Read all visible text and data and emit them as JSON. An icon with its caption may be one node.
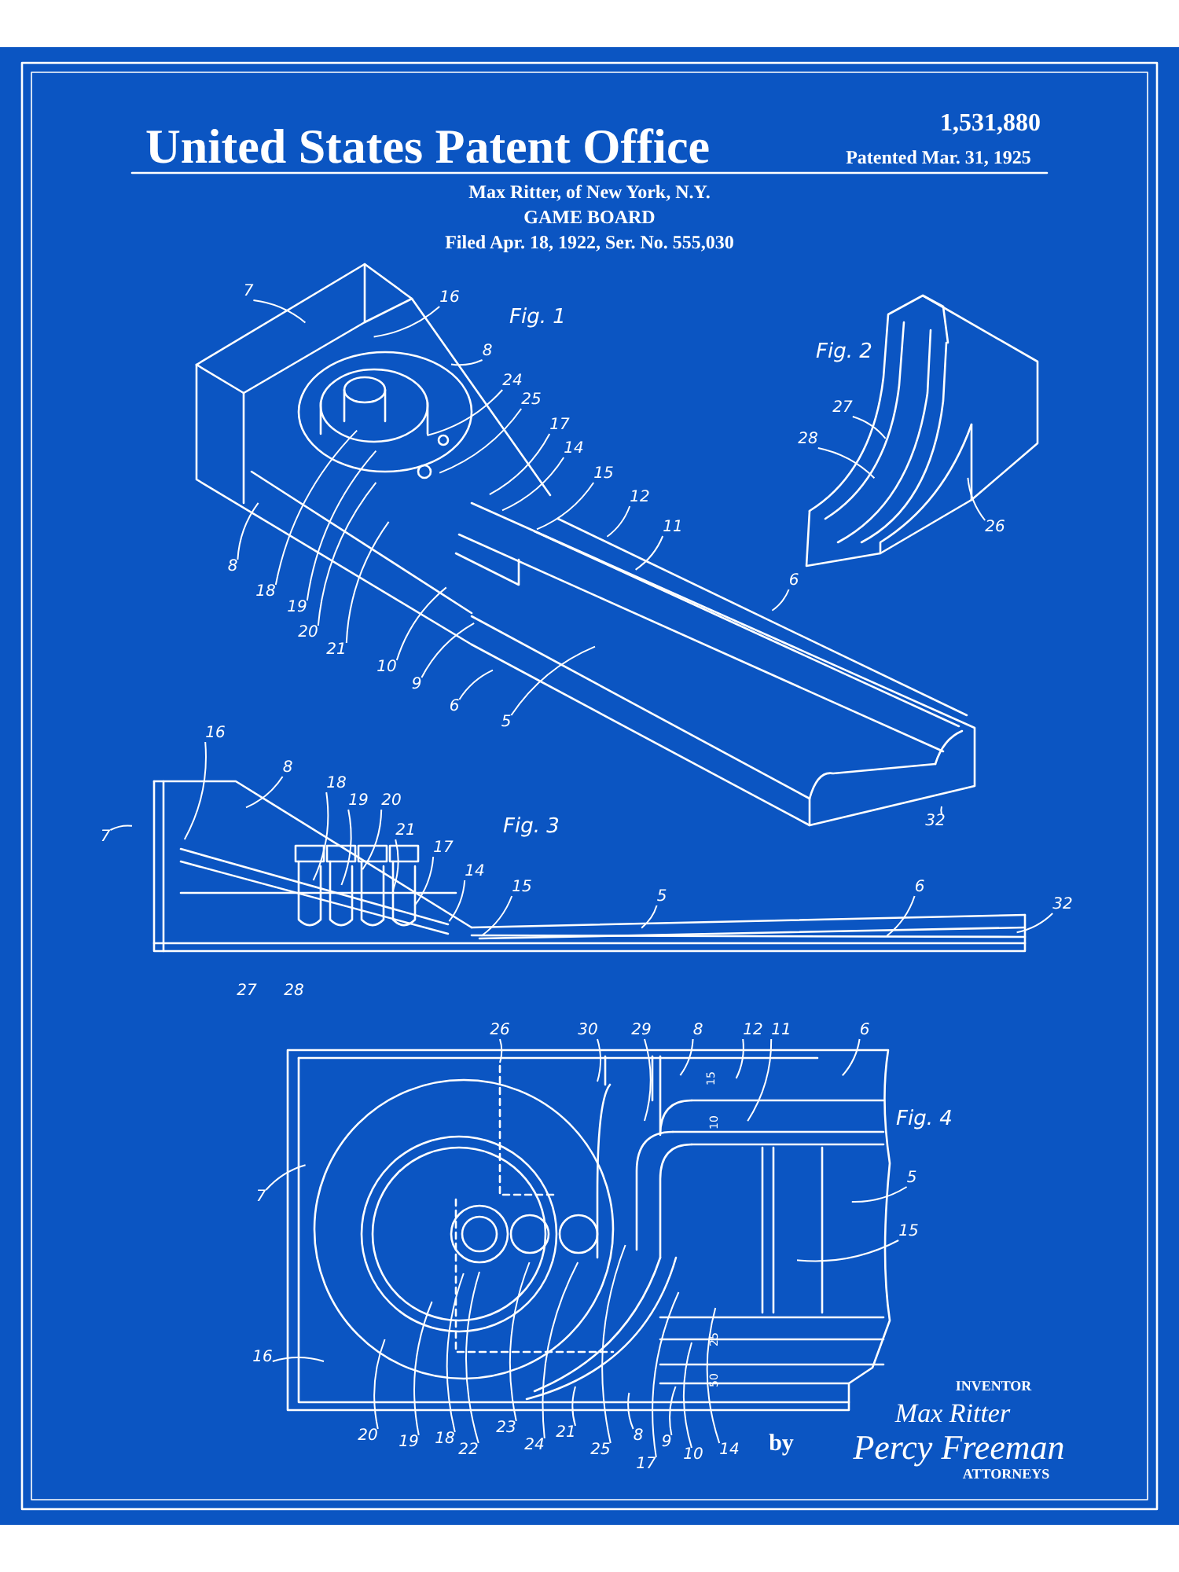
{
  "diagram": {
    "title": "United States Patent Office",
    "nodes": [
      {
        "text": [
          "7"
        ]
      },
      {
        "text": [
          "16"
        ]
      },
      {
        "text": [
          "8"
        ]
      },
      {
        "text": [
          "24"
        ]
      },
      {
        "text": [
          "25"
        ]
      },
      {
        "text": [
          "17"
        ]
      },
      {
        "text": [
          "14"
        ]
      },
      {
        "text": [
          "15"
        ]
      },
      {
        "text": [
          "12"
        ]
      },
      {
        "text": [
          "11"
        ]
      },
      {
        "text": [
          "6"
        ]
      },
      {
        "text": [
          "8"
        ]
      },
      {
        "text": [
          "18"
        ]
      },
      {
        "text": [
          "19"
        ]
      },
      {
        "text": [
          "20"
        ]
      },
      {
        "text": [
          "21"
        ]
      },
      {
        "text": [
          "10"
        ]
      },
      {
        "text": [
          "9"
        ]
      },
      {
        "text": [
          "6"
        ]
      },
      {
        "text": [
          "5"
        ]
      },
      {
        "text": [
          "32"
        ]
      },
      {
        "text": [
          "27"
        ]
      },
      {
        "text": [
          "28"
        ]
      },
      {
        "text": [
          "26"
        ]
      },
      {
        "text": [
          "16"
        ]
      },
      {
        "text": [
          "8"
        ]
      },
      {
        "text": [
          "18"
        ]
      },
      {
        "text": [
          "19"
        ]
      },
      {
        "text": [
          "20"
        ]
      },
      {
        "text": [
          "21"
        ]
      },
      {
        "text": [
          "17"
        ]
      },
      {
        "text": [
          "14"
        ]
      },
      {
        "text": [
          "15"
        ]
      },
      {
        "text": [
          "5"
        ]
      },
      {
        "text": [
          "6"
        ]
      },
      {
        "text": [
          "32"
        ]
      },
      {
        "text": [
          "7"
        ]
      },
      {
        "text": [
          "26"
        ]
      },
      {
        "text": [
          "30"
        ]
      },
      {
        "text": [
          "29"
        ]
      },
      {
        "text": [
          "8"
        ]
      },
      {
        "text": [
          "12"
        ]
      },
      {
        "text": [
          "11"
        ]
      },
      {
        "text": [
          "6"
        ]
      },
      {
        "text": [
          "7"
        ]
      },
      {
        "text": [
          "5"
        ]
      },
      {
        "text": [
          "15"
        ]
      },
      {
        "text": [
          "16"
        ]
      },
      {
        "text": [
          "20"
        ]
      },
      {
        "text": [
          "19"
        ]
      },
      {
        "text": [
          "18"
        ]
      },
      {
        "text": [
          "22"
        ]
      },
      {
        "text": [
          "23"
        ]
      },
      {
        "text": [
          "24"
        ]
      },
      {
        "text": [
          "21"
        ]
      },
      {
        "text": [
          "25"
        ]
      },
      {
        "text": [
          "8"
        ]
      },
      {
        "text": [
          "17"
        ]
      },
      {
        "text": [
          "9"
        ]
      },
      {
        "text": [
          "10"
        ]
      },
      {
        "text": [
          "14"
        ]
      }
    ],
    "edges": [
      {
        "from": 0,
        "to": null,
        "arrow": "none"
      },
      {
        "from": 1,
        "to": null,
        "arrow": "none"
      },
      {
        "from": 2,
        "to": null,
        "arrow": "none"
      },
      {
        "from": 3,
        "to": null,
        "arrow": "none"
      },
      {
        "from": 4,
        "to": null,
        "arrow": "none"
      },
      {
        "from": 5,
        "to": null,
        "arrow": "none"
      },
      {
        "from": 6,
        "to": null,
        "arrow": "none"
      },
      {
        "from": 7,
        "to": null,
        "arrow": "none"
      },
      {
        "from": 8,
        "to": null,
        "arrow": "none"
      },
      {
        "from": 9,
        "to": null,
        "arrow": "none"
      },
      {
        "from": 10,
        "to": null,
        "arrow": "none"
      },
      {
        "from": 11,
        "to": null,
        "arrow": "none"
      },
      {
        "from": 12,
        "to": null,
        "arrow": "none"
      },
      {
        "from": 13,
        "to": null,
        "arrow": "none"
      },
      {
        "from": 14,
        "to": null,
        "arrow": "none"
      },
      {
        "from": 15,
        "to": null,
        "arrow": "none"
      },
      {
        "from": 16,
        "to": null,
        "arrow": "none"
      },
      {
        "from": 17,
        "to": null,
        "arrow": "none"
      },
      {
        "from": 18,
        "to": null,
        "arrow": "none"
      },
      {
        "from": 19,
        "to": null,
        "arrow": "none"
      },
      {
        "from": 20,
        "to": null,
        "arrow": "none"
      },
      {
        "from": 21,
        "to": null,
        "arrow": "none"
      },
      {
        "from": 22,
        "to": null,
        "arrow": "none"
      },
      {
        "from": 23,
        "to": null,
        "arrow": "none"
      },
      {
        "from": 24,
        "to": null,
        "arrow": "none"
      },
      {
        "from": 25,
        "to": null,
        "arrow": "none"
      },
      {
        "from": 26,
        "to": null,
        "arrow": "none"
      },
      {
        "from": 27,
        "to": null,
        "arrow": "none"
      },
      {
        "from": 28,
        "to": null,
        "arrow": "none"
      },
      {
        "from": 29,
        "to": null,
        "arrow": "none"
      },
      {
        "from": 30,
        "to": null,
        "arrow": "none"
      },
      {
        "from": 31,
        "to": null,
        "arrow": "none"
      },
      {
        "from": 32,
        "to": null,
        "arrow": "none"
      },
      {
        "from": 33,
        "to": null,
        "arrow": "none"
      },
      {
        "from": 34,
        "to": null,
        "arrow": "none"
      },
      {
        "from": 35,
        "to": null,
        "arrow": "none"
      },
      {
        "from": 36,
        "to": null,
        "arrow": "none"
      },
      {
        "from": 37,
        "to": null,
        "arrow": "none"
      },
      {
        "from": 38,
        "to": null,
        "arrow": "none"
      },
      {
        "from": 39,
        "to": null,
        "arrow": "none"
      },
      {
        "from": 40,
        "to": null,
        "arrow": "none"
      },
      {
        "from": 41,
        "to": null,
        "arrow": "none"
      },
      {
        "from": 42,
        "to": null,
        "arrow": "none"
      },
      {
        "from": 43,
        "to": null,
        "arrow": "none"
      },
      {
        "from": 44,
        "to": null,
        "arrow": "none"
      },
      {
        "from": 45,
        "to": null,
        "arrow": "none"
      },
      {
        "from": 46,
        "to": null,
        "arrow": "none"
      },
      {
        "from": 47,
        "to": null,
        "arrow": "none"
      },
      {
        "from": 48,
        "to": null,
        "arrow": "none"
      },
      {
        "from": 49,
        "to": null,
        "arrow": "none"
      },
      {
        "from": 50,
        "to": null,
        "arrow": "none"
      },
      {
        "from": 51,
        "to": null,
        "arrow": "none"
      },
      {
        "from": 52,
        "to": null,
        "arrow": "none"
      },
      {
        "from": 53,
        "to": null,
        "arrow": "none"
      },
      {
        "from": 54,
        "to": null,
        "arrow": "none"
      },
      {
        "from": 55,
        "to": null,
        "arrow": "none"
      },
      {
        "from": 56,
        "to": null,
        "arrow": "none"
      },
      {
        "from": 57,
        "to": null,
        "arrow": "none"
      },
      {
        "from": 58,
        "to": null,
        "arrow": "none"
      },
      {
        "from": 59,
        "to": null,
        "arrow": "none"
      },
      {
        "from": 60,
        "to": null,
        "arrow": "none"
      }
    ],
    "labels": [
      "1,531,880",
      "Patented Mar. 31, 1925",
      "Max Ritter, of New York, N.Y.",
      "GAME BOARD",
      "Filed Apr. 18, 1922, Ser. No. 555,030",
      "Fig. 1",
      "Fig. 2",
      "Fig. 3",
      "27",
      "28",
      "Fig. 4",
      "15",
      "10",
      "25",
      "50",
      "INVENTOR",
      "Max Ritter",
      "by",
      "Percy Freeman",
      "ATTORNEYS"
    ]
  }
}
